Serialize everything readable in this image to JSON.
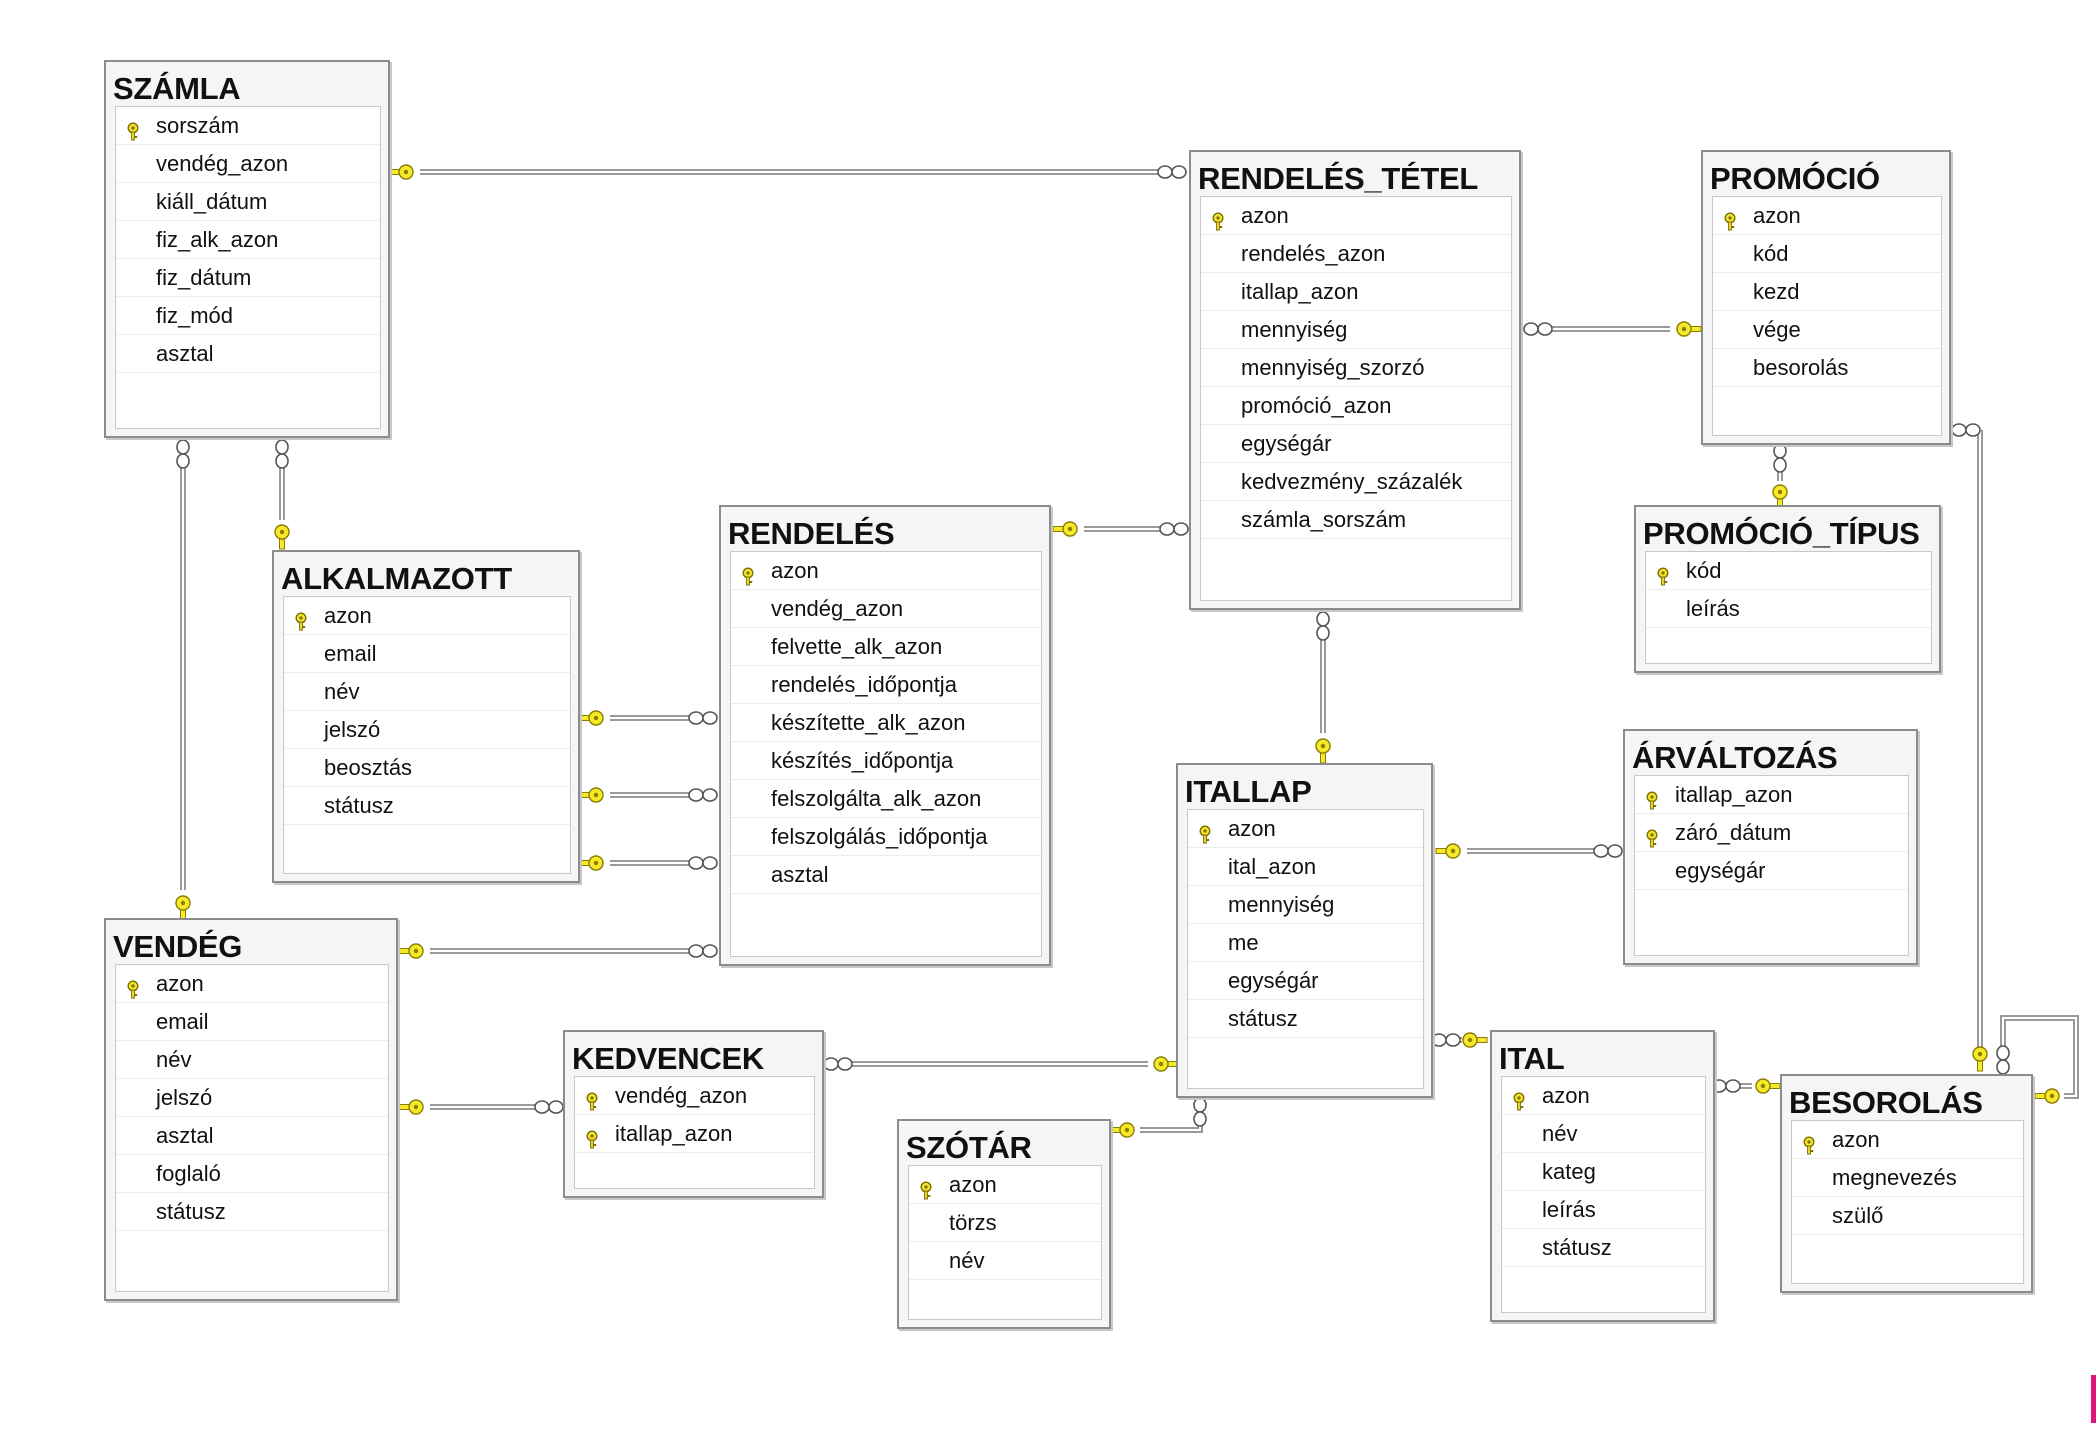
{
  "diagram": {
    "tables": [
      {
        "id": "szamla",
        "name": "SZÁMLA",
        "columns": [
          {
            "name": "sorszám",
            "pk": true
          },
          {
            "name": "vendég_azon",
            "pk": false
          },
          {
            "name": "kiáll_dátum",
            "pk": false
          },
          {
            "name": "fiz_alk_azon",
            "pk": false
          },
          {
            "name": "fiz_dátum",
            "pk": false
          },
          {
            "name": "fiz_mód",
            "pk": false
          },
          {
            "name": "asztal",
            "pk": false
          }
        ]
      },
      {
        "id": "rendeles-tetel",
        "name": "RENDELÉS_TÉTEL",
        "columns": [
          {
            "name": "azon",
            "pk": true
          },
          {
            "name": "rendelés_azon",
            "pk": false
          },
          {
            "name": "itallap_azon",
            "pk": false
          },
          {
            "name": "mennyiség",
            "pk": false
          },
          {
            "name": "mennyiség_szorzó",
            "pk": false
          },
          {
            "name": "promóció_azon",
            "pk": false
          },
          {
            "name": "egységár",
            "pk": false
          },
          {
            "name": "kedvezmény_százalék",
            "pk": false
          },
          {
            "name": "számla_sorszám",
            "pk": false
          }
        ]
      },
      {
        "id": "promocio",
        "name": "PROMÓCIÓ",
        "columns": [
          {
            "name": "azon",
            "pk": true
          },
          {
            "name": "kód",
            "pk": false
          },
          {
            "name": "kezd",
            "pk": false
          },
          {
            "name": "vége",
            "pk": false
          },
          {
            "name": "besorolás",
            "pk": false
          }
        ]
      },
      {
        "id": "promocio-tipus",
        "name": "PROMÓCIÓ_TÍPUS",
        "columns": [
          {
            "name": "kód",
            "pk": true
          },
          {
            "name": "leírás",
            "pk": false
          }
        ]
      },
      {
        "id": "alkalmazott",
        "name": "ALKALMAZOTT",
        "columns": [
          {
            "name": "azon",
            "pk": true
          },
          {
            "name": "email",
            "pk": false
          },
          {
            "name": "név",
            "pk": false
          },
          {
            "name": "jelszó",
            "pk": false
          },
          {
            "name": "beosztás",
            "pk": false
          },
          {
            "name": "státusz",
            "pk": false
          }
        ]
      },
      {
        "id": "rendeles",
        "name": "RENDELÉS",
        "columns": [
          {
            "name": "azon",
            "pk": true
          },
          {
            "name": "vendég_azon",
            "pk": false
          },
          {
            "name": "felvette_alk_azon",
            "pk": false
          },
          {
            "name": "rendelés_időpontja",
            "pk": false
          },
          {
            "name": "készítette_alk_azon",
            "pk": false
          },
          {
            "name": "készítés_időpontja",
            "pk": false
          },
          {
            "name": "felszolgálta_alk_azon",
            "pk": false
          },
          {
            "name": "felszolgálás_időpontja",
            "pk": false
          },
          {
            "name": "asztal",
            "pk": false
          }
        ]
      },
      {
        "id": "arvaltozas",
        "name": "ÁRVÁLTOZÁS",
        "columns": [
          {
            "name": "itallap_azon",
            "pk": true
          },
          {
            "name": "záró_dátum",
            "pk": true
          },
          {
            "name": "egységár",
            "pk": false
          }
        ]
      },
      {
        "id": "itallap",
        "name": "ITALLAP",
        "columns": [
          {
            "name": "azon",
            "pk": true
          },
          {
            "name": "ital_azon",
            "pk": false
          },
          {
            "name": "mennyiség",
            "pk": false
          },
          {
            "name": "me",
            "pk": false
          },
          {
            "name": "egységár",
            "pk": false
          },
          {
            "name": "státusz",
            "pk": false
          }
        ]
      },
      {
        "id": "vendeg",
        "name": "VENDÉG",
        "columns": [
          {
            "name": "azon",
            "pk": true
          },
          {
            "name": "email",
            "pk": false
          },
          {
            "name": "név",
            "pk": false
          },
          {
            "name": "jelszó",
            "pk": false
          },
          {
            "name": "asztal",
            "pk": false
          },
          {
            "name": "foglaló",
            "pk": false
          },
          {
            "name": "státusz",
            "pk": false
          }
        ]
      },
      {
        "id": "kedvencek",
        "name": "KEDVENCEK",
        "columns": [
          {
            "name": "vendég_azon",
            "pk": true
          },
          {
            "name": "itallap_azon",
            "pk": true
          }
        ]
      },
      {
        "id": "ital",
        "name": "ITAL",
        "columns": [
          {
            "name": "azon",
            "pk": true
          },
          {
            "name": "név",
            "pk": false
          },
          {
            "name": "kateg",
            "pk": false
          },
          {
            "name": "leírás",
            "pk": false
          },
          {
            "name": "státusz",
            "pk": false
          }
        ]
      },
      {
        "id": "besorolas",
        "name": "BESOROLÁS",
        "columns": [
          {
            "name": "azon",
            "pk": true
          },
          {
            "name": "megnevezés",
            "pk": false
          },
          {
            "name": "szülő",
            "pk": false
          }
        ]
      },
      {
        "id": "szotar",
        "name": "SZÓTÁR",
        "columns": [
          {
            "name": "azon",
            "pk": true
          },
          {
            "name": "törzs",
            "pk": false
          },
          {
            "name": "név",
            "pk": false
          }
        ]
      }
    ],
    "relationships": [
      {
        "from": "szamla",
        "to": "rendeles-tetel"
      },
      {
        "from": "promocio",
        "to": "rendeles-tetel"
      },
      {
        "from": "rendeles",
        "to": "rendeles-tetel"
      },
      {
        "from": "itallap",
        "to": "rendeles-tetel"
      },
      {
        "from": "promocio-tipus",
        "to": "promocio"
      },
      {
        "from": "besorolas",
        "to": "promocio"
      },
      {
        "from": "alkalmazott",
        "to": "szamla"
      },
      {
        "from": "vendeg",
        "to": "szamla"
      },
      {
        "from": "alkalmazott",
        "to": "rendeles"
      },
      {
        "from": "alkalmazott",
        "to": "rendeles"
      },
      {
        "from": "alkalmazott",
        "to": "rendeles"
      },
      {
        "from": "vendeg",
        "to": "rendeles"
      },
      {
        "from": "vendeg",
        "to": "kedvencek"
      },
      {
        "from": "itallap",
        "to": "kedvencek"
      },
      {
        "from": "itallap",
        "to": "arvaltozas"
      },
      {
        "from": "ital",
        "to": "itallap"
      },
      {
        "from": "besorolas",
        "to": "ital"
      },
      {
        "from": "szotar",
        "to": "itallap"
      },
      {
        "from": "besorolas",
        "to": "besorolas"
      }
    ],
    "colors": {
      "key": "#f5e92a",
      "key_outline": "#8a7d00",
      "line": "#8f8f8f",
      "table_border": "#8c8c8c"
    }
  }
}
